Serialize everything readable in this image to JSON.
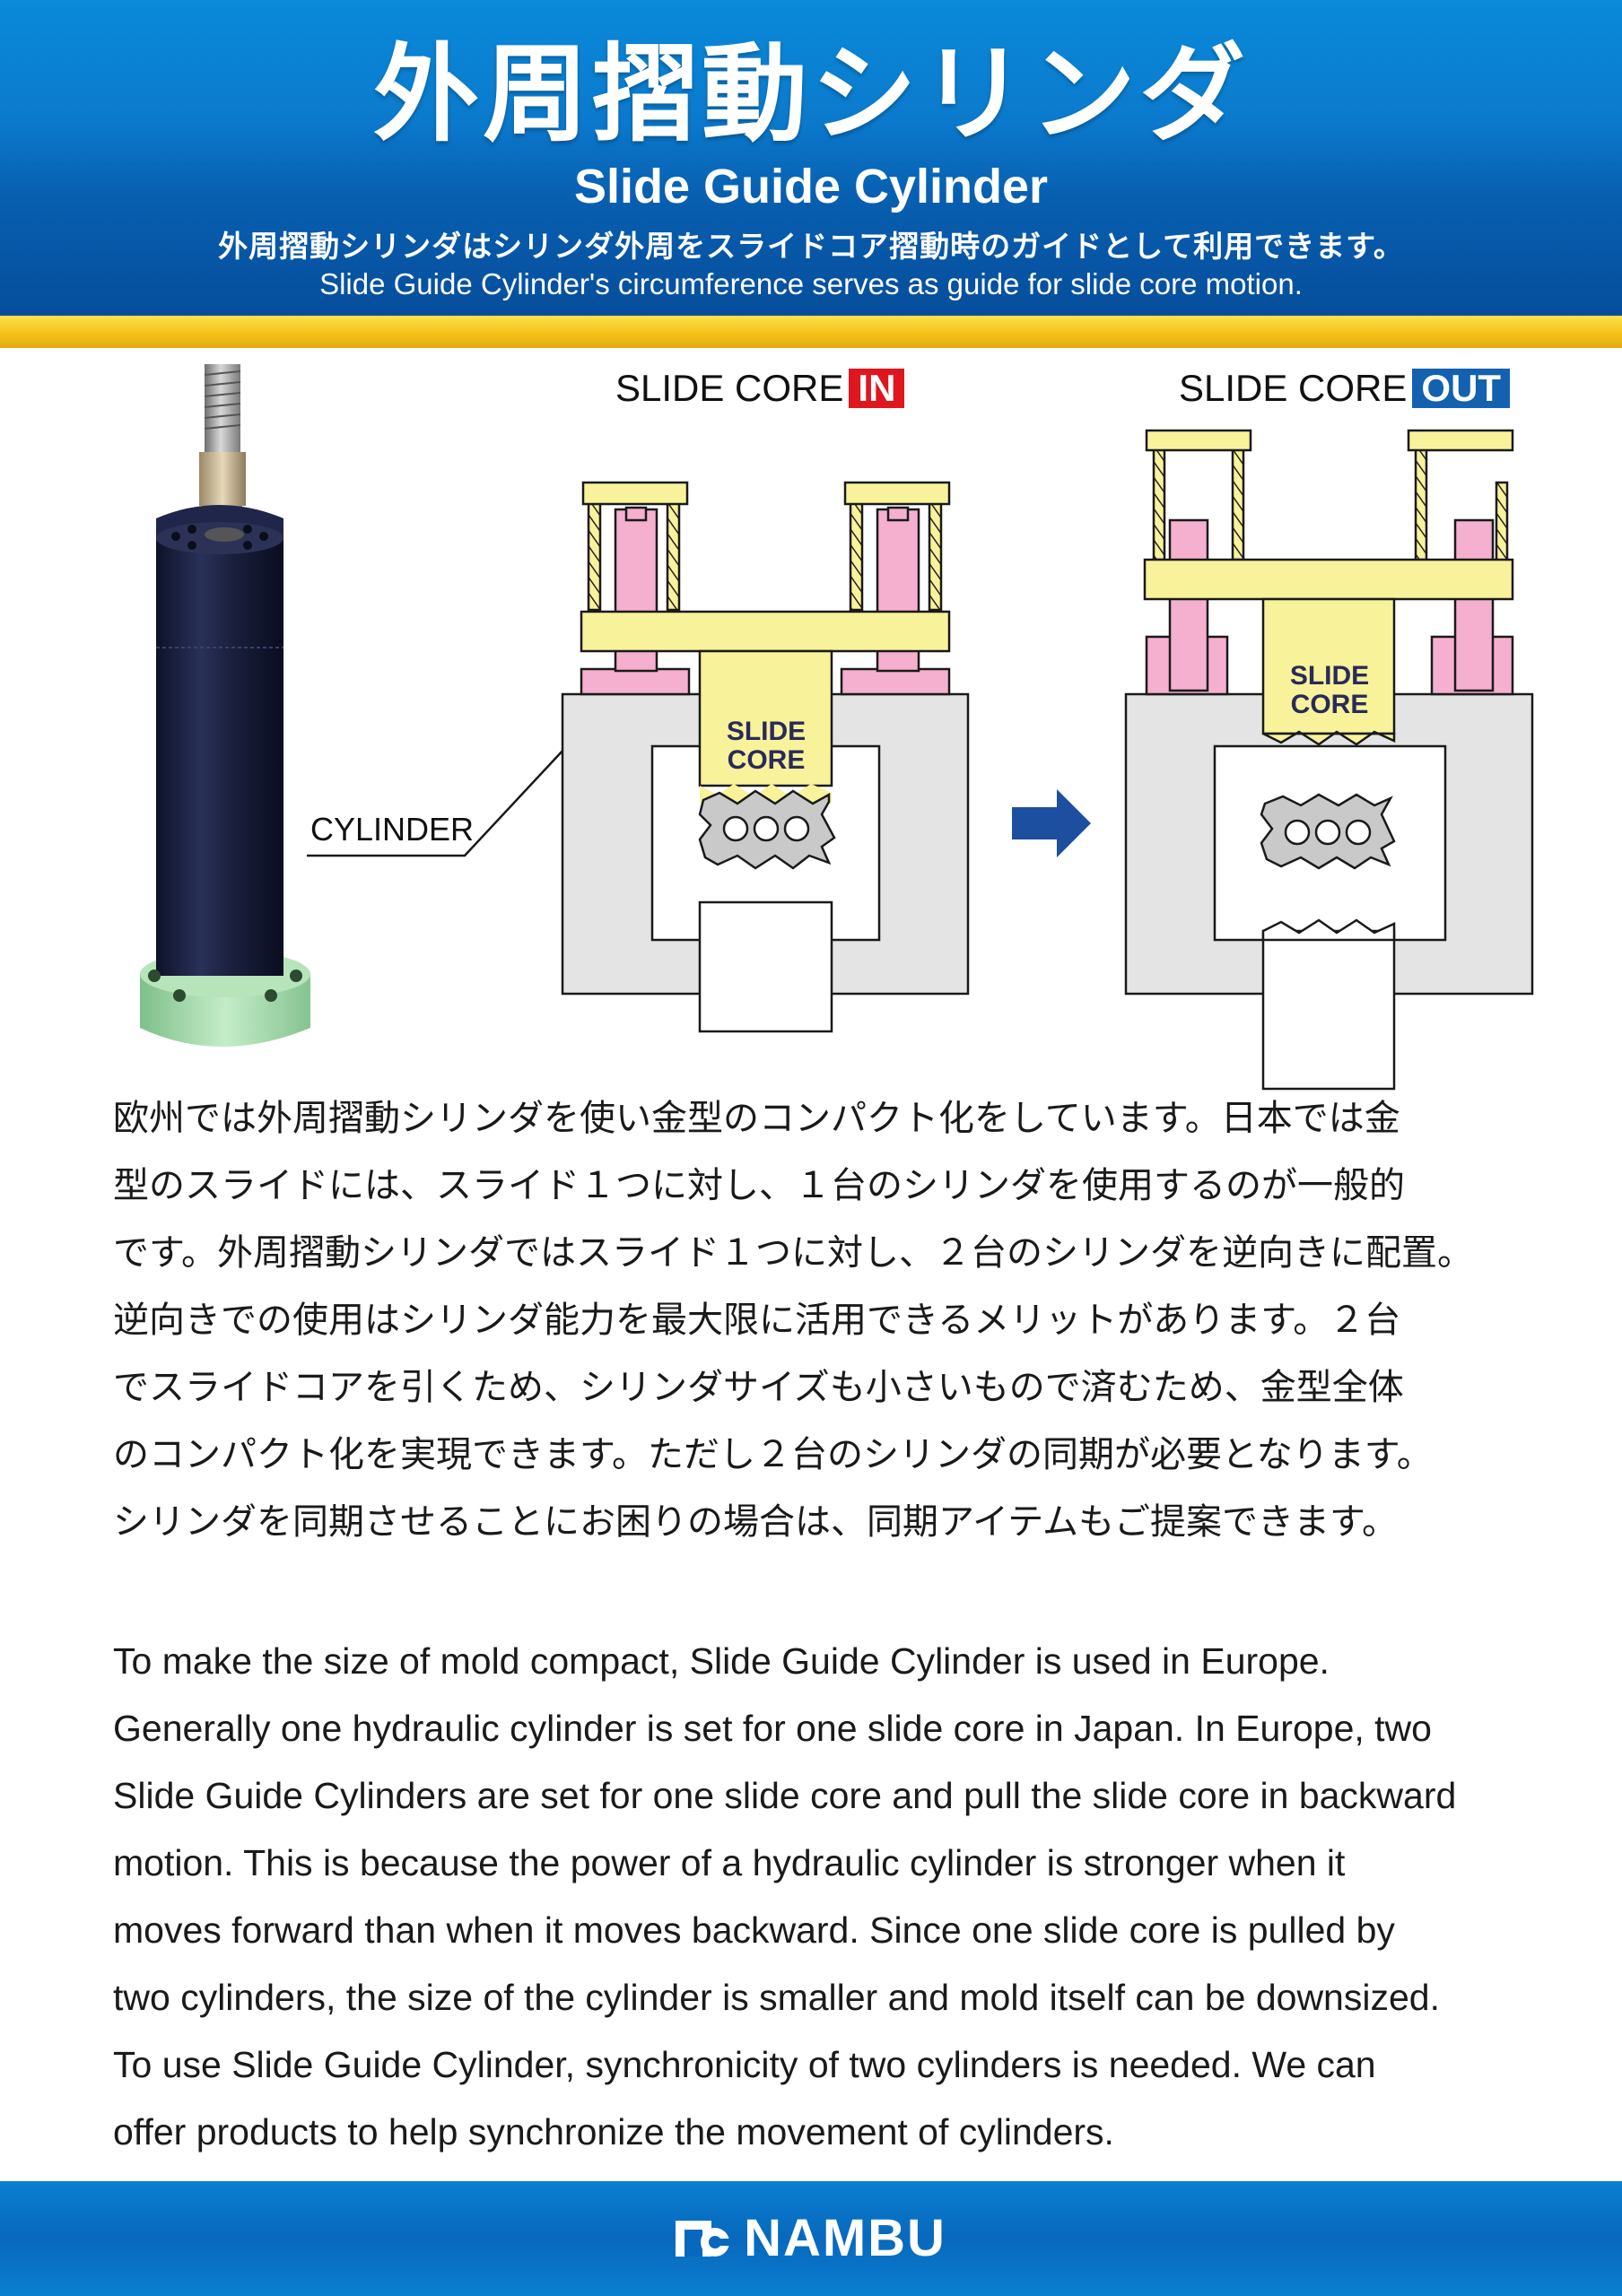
{
  "header": {
    "title_jp": "外周摺動シリンダ",
    "title_en": "Slide Guide Cylinder",
    "subtitle_jp": "外周摺動シリンダはシリンダ外周をスライドコア摺動時のガイドとして利用できます。",
    "subtitle_en": "Slide Guide Cylinder's circumference serves as guide for slide core motion."
  },
  "figure": {
    "cylinder_label": "CYLINDER",
    "panel_in": {
      "label": "SLIDE CORE",
      "tag": "IN"
    },
    "panel_out": {
      "label": "SLIDE CORE",
      "tag": "OUT"
    },
    "core_label_line1": "SLIDE",
    "core_label_line2": "CORE",
    "arrow_icon": "right-arrow-icon",
    "colors": {
      "yellow": "#f8f29a",
      "pink": "#f5b0cf",
      "gray": "#e4e4e4",
      "cylinder_body": "#1a1f3d",
      "base_flange": "#a8dcb0",
      "arrow_blue": "#1d4fa0",
      "tag_in_red": "#e0161e",
      "tag_out_blue": "#1461b0"
    }
  },
  "body_jp": [
    "欧州では外周摺動シリンダを使い金型のコンパクト化をしています。日本では金",
    "型のスライドには、スライド１つに対し、１台のシリンダを使用するのが一般的",
    "です。外周摺動シリンダではスライド１つに対し、２台のシリンダを逆向きに配置。",
    "逆向きでの使用はシリンダ能力を最大限に活用できるメリットがあります。２台",
    "でスライドコアを引くため、シリンダサイズも小さいもので済むため、金型全体",
    "のコンパクト化を実現できます。ただし２台のシリンダの同期が必要となります。",
    "シリンダを同期させることにお困りの場合は、同期アイテムもご提案できます。"
  ],
  "body_en": [
    "To make the size of mold compact, Slide Guide Cylinder is used in Europe.",
    "Generally one hydraulic cylinder is set for one slide core in Japan. In Europe, two",
    "Slide Guide Cylinders are set for one slide core and pull the slide core in backward",
    "motion. This is because the power of a hydraulic cylinder is stronger when it",
    "moves forward than when it moves backward. Since one slide core is pulled by",
    "two cylinders, the size of the cylinder is smaller and mold itself can be downsized.",
    "To use Slide Guide Cylinder, synchronicity of two cylinders is needed. We can",
    "offer products to help synchronize the movement of cylinders."
  ],
  "footer": {
    "logo_text": "NAMBU",
    "logo_icon": "nambu-logo-icon"
  }
}
